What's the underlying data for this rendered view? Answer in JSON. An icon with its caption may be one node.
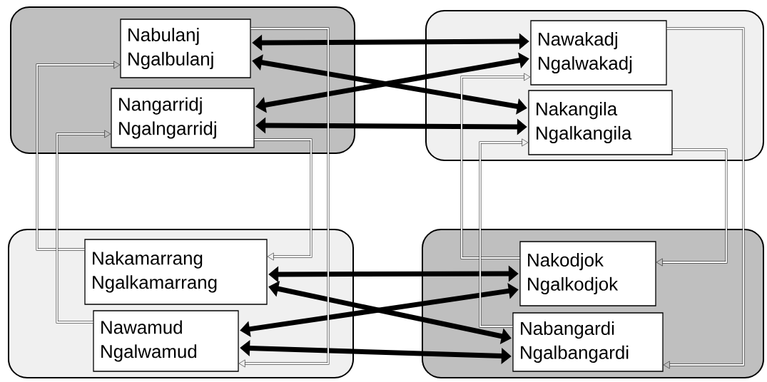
{
  "diagram": {
    "nodes": [
      {
        "text": [],
        "shape": "box"
      },
      {
        "text": [
          "Nabulanj Ngalbulanj"
        ],
        "in": 0
      },
      {
        "text": [
          "Nangarridj Ngalngarridj"
        ],
        "in": 0
      },
      {
        "text": [],
        "shape": "box"
      },
      {
        "text": [
          "Nawakadj Ngalwakadj"
        ],
        "in": 3
      },
      {
        "text": [
          "Nakangila Ngalkangila"
        ],
        "in": 3
      },
      {
        "text": [],
        "shape": "box"
      },
      {
        "text": [
          "Nakamarrang Ngalkamarrang"
        ],
        "in": 6
      },
      {
        "text": [
          "Nawamud Ngalwamud"
        ],
        "in": 6
      },
      {
        "text": [],
        "shape": "box"
      },
      {
        "text": [
          "Nakodjok Ngalkodjok"
        ],
        "in": 9
      },
      {
        "text": [
          "Nabangardi Ngalbangardi"
        ],
        "in": 9
      }
    ],
    "edges": [
      {
        "from": 1,
        "to": 4,
        "arrow": "both",
        "style": "thick"
      },
      {
        "from": 1,
        "to": 5,
        "arrow": "both",
        "style": "thick"
      },
      {
        "from": 2,
        "to": 4,
        "arrow": "both",
        "style": "thick"
      },
      {
        "from": 2,
        "to": 5,
        "arrow": "both",
        "style": "thick"
      },
      {
        "from": 7,
        "to": 10,
        "arrow": "both",
        "style": "thick"
      },
      {
        "from": 7,
        "to": 11,
        "arrow": "both",
        "style": "thick"
      },
      {
        "from": 8,
        "to": 10,
        "arrow": "both",
        "style": "thick"
      },
      {
        "from": 8,
        "to": 11,
        "arrow": "both",
        "style": "thick"
      },
      {
        "from": 7,
        "to": 1,
        "arrow": "to"
      },
      {
        "from": 8,
        "to": 2,
        "arrow": "to"
      },
      {
        "from": 2,
        "to": 7,
        "arrow": "to"
      },
      {
        "from": 1,
        "to": 8,
        "arrow": "to"
      },
      {
        "from": 10,
        "to": 4,
        "arrow": "to"
      },
      {
        "from": 11,
        "to": 5,
        "arrow": "to"
      },
      {
        "from": 5,
        "to": 10,
        "arrow": "to"
      },
      {
        "from": 4,
        "to": 11,
        "arrow": "to"
      }
    ]
  }
}
